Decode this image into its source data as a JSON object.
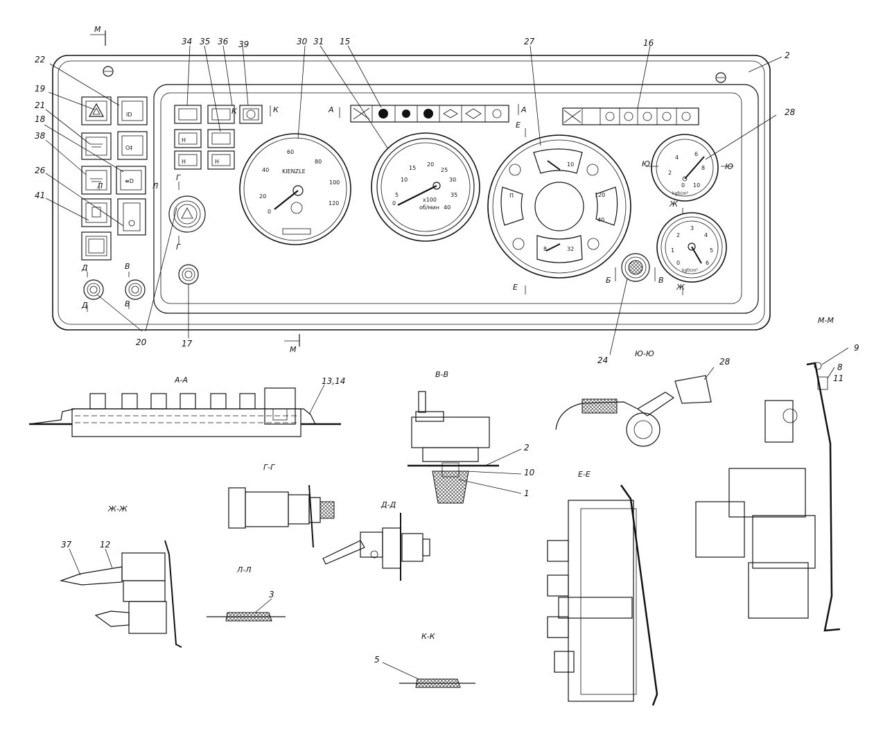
{
  "callouts": {
    "n2": "2",
    "n9": "9",
    "n8": "8",
    "n11": "11",
    "n15": "15",
    "n16": "16",
    "n17": "17",
    "n18": "18",
    "n19": "19",
    "n20": "20",
    "n21": "21",
    "n22": "22",
    "n24": "24",
    "n26": "26",
    "n27": "27",
    "n28a": "28",
    "n28b": "28",
    "n30": "30",
    "n31": "31",
    "n34": "34",
    "n35": "35",
    "n36": "36",
    "n38": "38",
    "n39": "39",
    "n41": "41",
    "n1314": "13,14",
    "n10": "10",
    "n1": "1",
    "n2b": "2",
    "n37": "37",
    "n12": "12",
    "n3": "3",
    "n5": "5"
  },
  "section_titles": {
    "aa": "А-А",
    "vv": "В-В",
    "gg": "Г-Г",
    "dd": "Д-Д",
    "zhzh": "Ж-Ж",
    "ll": "Л-Л",
    "kk": "К-К",
    "ee": "Е-Е",
    "yuyu": "Ю-Ю",
    "mm": "М-М"
  },
  "cut_marks": {
    "m_top": "М",
    "m_bottom": "М",
    "a_left": "А",
    "a_right": "А",
    "k": "К",
    "k2": "К",
    "l1": "Л",
    "l2": "Л",
    "g_top": "Г",
    "g_bottom": "Г",
    "d_top": "Д",
    "d_bottom": "Д",
    "v_top": "В",
    "v_bottom": "В",
    "e_top": "Е",
    "e_bottom": "Е",
    "b_left": "Б",
    "v_right": "В",
    "yu_left": "Ю",
    "yu_right": "Ю",
    "zh_top": "Ж",
    "zh_bottom": "Ж"
  },
  "speedometer": {
    "brand": "KIENZLE",
    "ticks": [
      "0",
      "20",
      "40",
      "60",
      "80",
      "100",
      "120"
    ]
  },
  "tachometer": {
    "ticks": [
      "0",
      "5",
      "10",
      "15",
      "20",
      "25",
      "30",
      "35",
      "40"
    ],
    "unit_top": "x100",
    "unit_bottom": "об/мин"
  },
  "combi_gauge": {
    "fuel_mark": "П",
    "oil_scale": "10",
    "temp_scale": "120",
    "temp_low": "40",
    "volt_low": "8",
    "volt_high": "32"
  },
  "pressure_gauge_top": {
    "ticks": [
      "0",
      "2",
      "4",
      "6",
      "8",
      "10"
    ],
    "unit": "kgf/cm²"
  },
  "pressure_gauge_bottom": {
    "ticks": [
      "0",
      "1",
      "2",
      "3",
      "4",
      "5",
      "6"
    ],
    "unit": "kgf/cm²"
  }
}
